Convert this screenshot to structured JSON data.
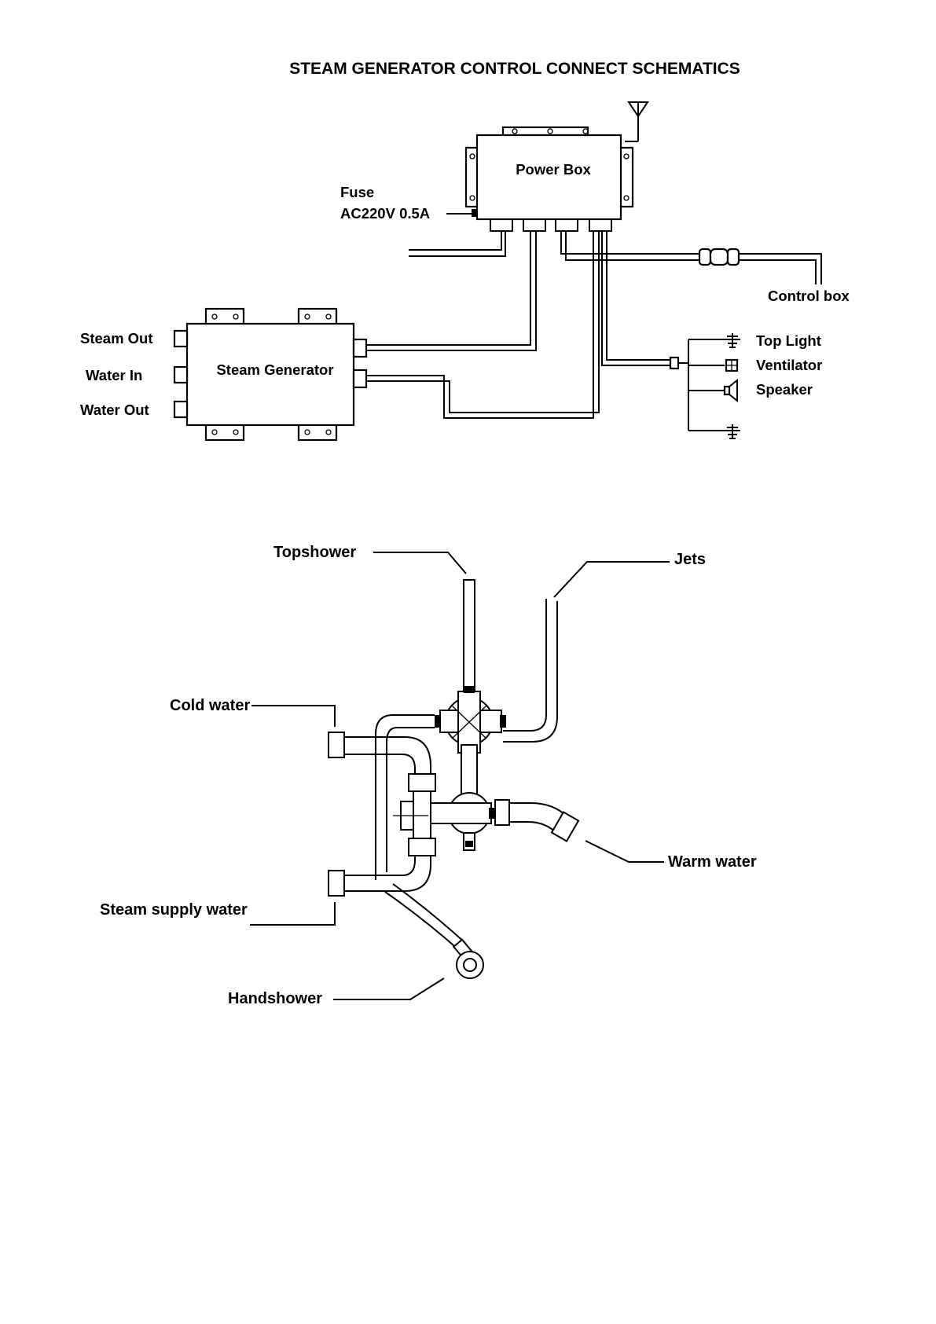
{
  "title": "STEAM GENERATOR CONTROL CONNECT SCHEMATICS",
  "electrical": {
    "power_box": "Power Box",
    "fuse": "Fuse",
    "fuse_rating": "AC220V 0.5A",
    "control_box": "Control box",
    "steam_generator": "Steam Generator",
    "ports": {
      "steam_out": "Steam Out",
      "water_in": "Water In",
      "water_out": "Water Out"
    },
    "loads": {
      "top_light": "Top Light",
      "ventilator": "Ventilator",
      "speaker": "Speaker"
    }
  },
  "plumbing": {
    "topshower": "Topshower",
    "jets": "Jets",
    "cold_water": "Cold water",
    "warm_water": "Warm water",
    "steam_supply_water": "Steam supply water",
    "handshower": "Handshower"
  }
}
